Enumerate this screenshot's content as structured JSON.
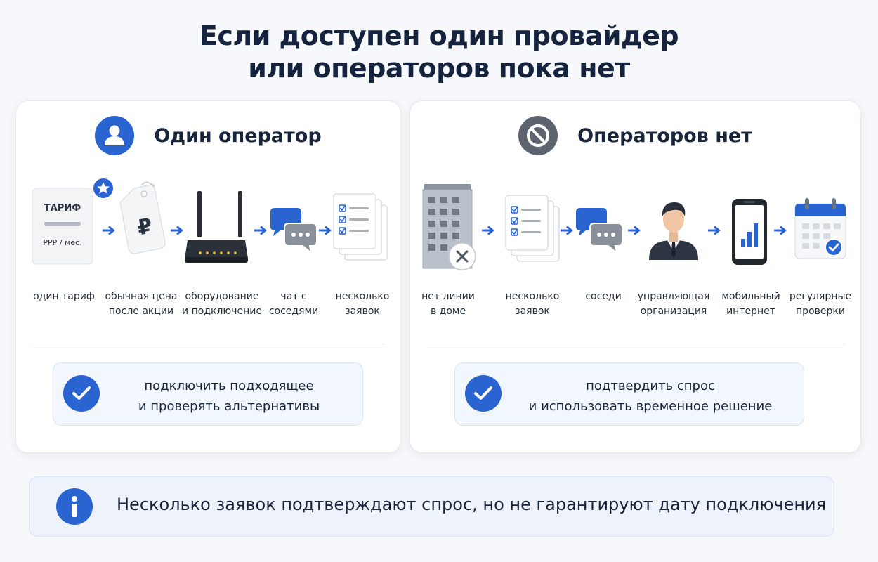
{
  "title": {
    "line1": "Если доступен один провайдер",
    "line2": "или операторов пока нет"
  },
  "panels": [
    {
      "title": "Один оператор",
      "icon": "user-icon",
      "steps": [
        {
          "icon": "tariff-card-icon",
          "line1": "один тариф",
          "line2": "",
          "card_title": "ТАРИФ",
          "card_price": "PPP / мес."
        },
        {
          "icon": "ruble-tag-icon",
          "line1": "обычная цена",
          "line2": "после акции"
        },
        {
          "icon": "router-icon",
          "line1": "оборудование",
          "line2": "и подключение"
        },
        {
          "icon": "chat-icon",
          "line1": "чат с",
          "line2": "соседями"
        },
        {
          "icon": "applications-list-icon",
          "line1": "несколько",
          "line2": "заявок"
        }
      ],
      "result": {
        "line1": "подключить подходящее",
        "line2": "и проверять альтернативы"
      }
    },
    {
      "title": "Операторов нет",
      "icon": "no-entry-icon",
      "steps": [
        {
          "icon": "building-no-line-icon",
          "line1": "нет линии",
          "line2": "в доме"
        },
        {
          "icon": "applications-list-icon",
          "line1": "несколько",
          "line2": "заявок"
        },
        {
          "icon": "chat-icon",
          "line1": "соседи",
          "line2": ""
        },
        {
          "icon": "manager-icon",
          "line1": "управляющая",
          "line2": "организация"
        },
        {
          "icon": "mobile-internet-icon",
          "line1": "мобильный",
          "line2": "интернет"
        },
        {
          "icon": "calendar-check-icon",
          "line1": "регулярные",
          "line2": "проверки"
        }
      ],
      "result": {
        "line1": "подтвердить спрос",
        "line2": "и использовать временное решение"
      }
    }
  ],
  "note": {
    "icon": "info-icon",
    "text": "Несколько заявок подтверждают спрос, но не гарантируют дату подключения"
  },
  "colors": {
    "accent": "#2a64d1",
    "title": "#15233f",
    "muted_icon": "#5d6470"
  }
}
